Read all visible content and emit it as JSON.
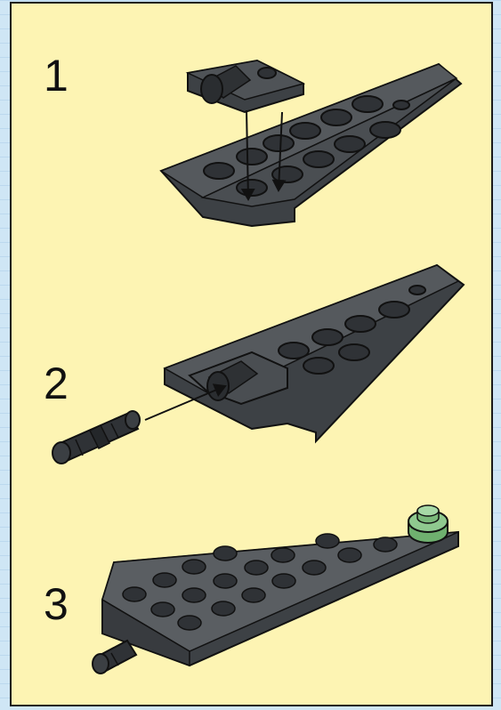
{
  "steps": [
    {
      "number": "1"
    },
    {
      "number": "2"
    },
    {
      "number": "3"
    }
  ],
  "colors": {
    "page_background": "#fdf4b3",
    "outer_background": "#cfe6f5",
    "brick_dark_gray": "#4b4f53",
    "brick_green": "#8fc98f",
    "arrow": "#111111"
  }
}
